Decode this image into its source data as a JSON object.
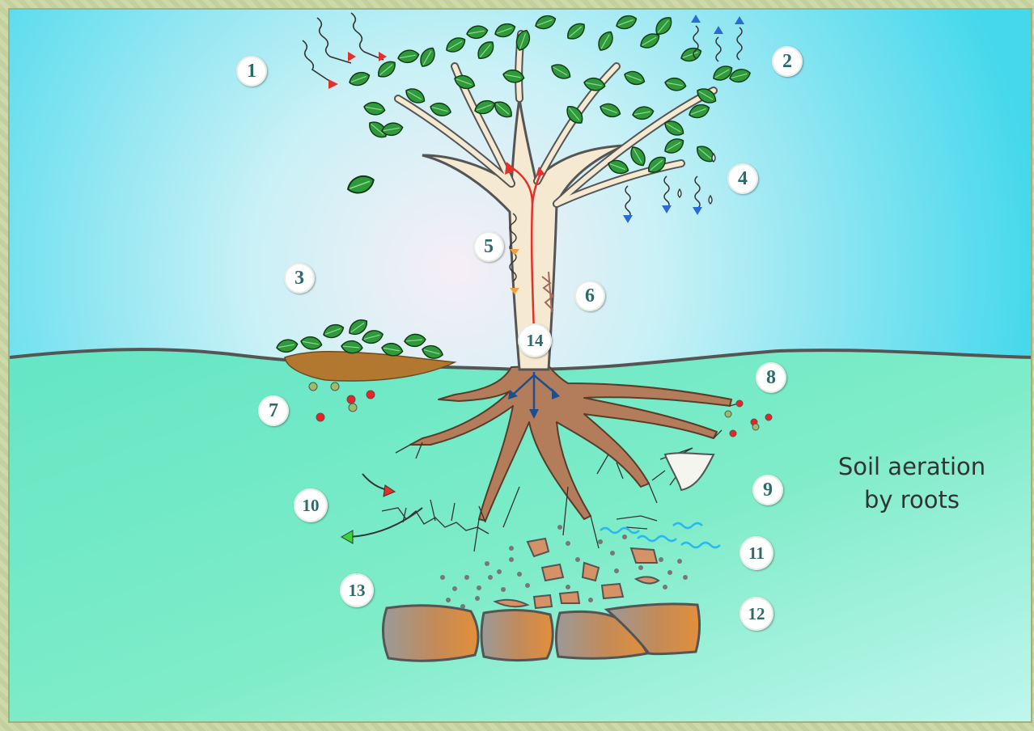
{
  "labels": [
    "1",
    "2",
    "3",
    "4",
    "5",
    "6",
    "7",
    "8",
    "9",
    "10",
    "11",
    "12",
    "13",
    "14"
  ],
  "caption": {
    "line1": "Soil aeration",
    "line2": "by roots"
  },
  "colors": {
    "sky_light": "#f3eef5",
    "sky": "#5fdcee",
    "soil": "#6ee8c0",
    "soil_light": "#b3f3ea",
    "trunk": "#f6e9d2",
    "root": "#b37d5c",
    "leaf": "#2f9a3c",
    "rock": "#c58a5c",
    "water": "#29b9f0",
    "sap_arrow": "#e3302b",
    "badge_text": "#2b6b6b"
  }
}
